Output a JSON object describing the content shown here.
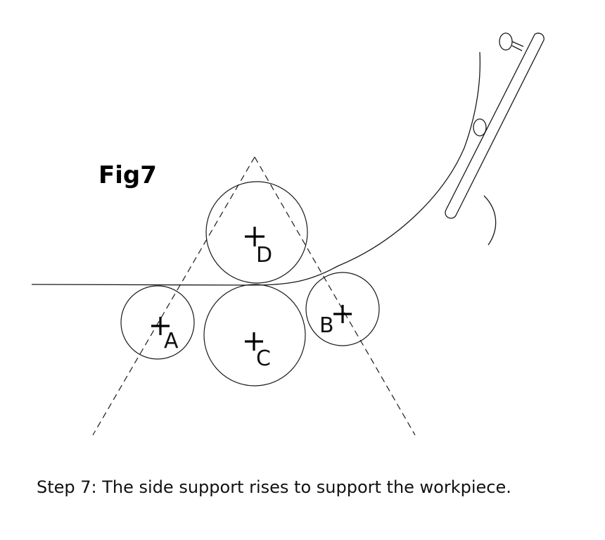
{
  "figure": {
    "title": "Fig7",
    "caption": "Step 7: The side support rises to support the workpiece."
  },
  "rolls": [
    {
      "id": "A",
      "label": "A"
    },
    {
      "id": "B",
      "label": "B"
    },
    {
      "id": "C",
      "label": "C"
    },
    {
      "id": "D",
      "label": "D"
    }
  ]
}
